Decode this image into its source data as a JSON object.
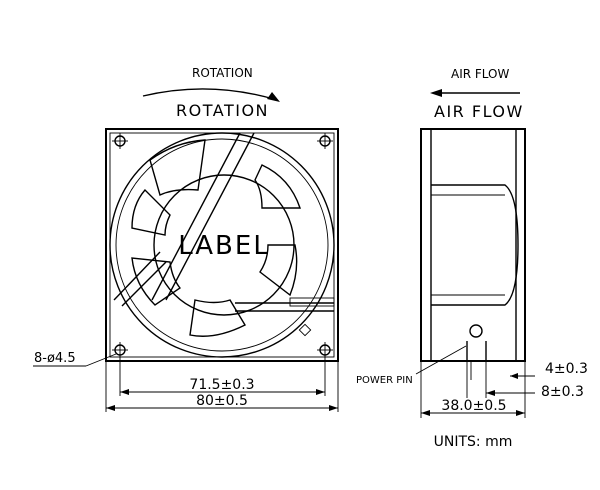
{
  "front_view": {
    "rotation_label_small": "ROTATION",
    "rotation_label_large": "ROTATION",
    "center_label": "LABEL",
    "hole_callout": "8-ø4.5",
    "hole_spacing_dim": "71.5±0.3",
    "overall_width_dim": "80±0.5"
  },
  "side_view": {
    "airflow_label_small": "AIR FLOW",
    "airflow_label_large": "AIR FLOW",
    "power_pin_label": "POWER PIN",
    "pin_width_dim": "4±0.3",
    "pin_spacing_dim": "8±0.3",
    "depth_dim": "38.0±0.5"
  },
  "units_label": "UNITS: mm"
}
